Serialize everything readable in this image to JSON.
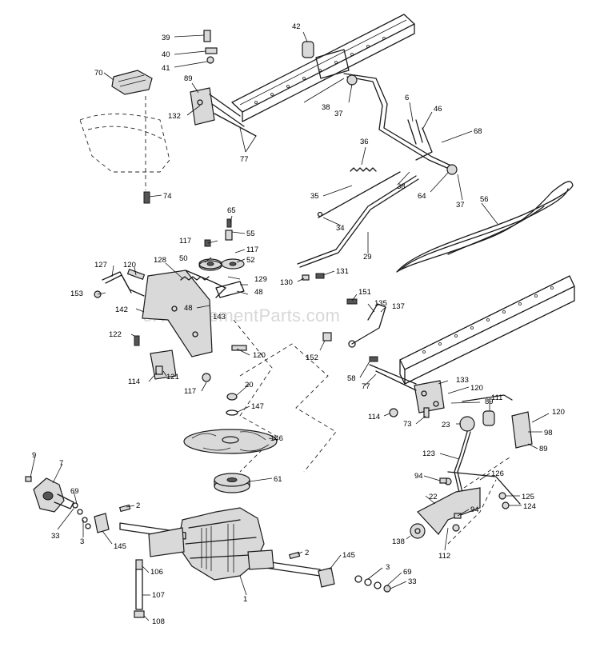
{
  "watermark": "eReplacementParts.com",
  "callouts": [
    "39",
    "40",
    "41",
    "42",
    "70",
    "89",
    "132",
    "77",
    "6",
    "46",
    "68",
    "38",
    "37",
    "36",
    "35",
    "64",
    "37",
    "38",
    "56",
    "34",
    "65",
    "117",
    "55",
    "50",
    "117",
    "52",
    "127",
    "120",
    "128",
    "29",
    "153",
    "48",
    "129",
    "130",
    "131",
    "48",
    "142",
    "143",
    "151",
    "135",
    "137",
    "122",
    "120",
    "152",
    "121",
    "114",
    "117",
    "58",
    "133",
    "77",
    "120",
    "20",
    "89",
    "111",
    "147",
    "114",
    "73",
    "120",
    "23",
    "98",
    "89",
    "146",
    "123",
    "9",
    "7",
    "94",
    "126",
    "61",
    "125",
    "69",
    "124",
    "2",
    "22",
    "94",
    "33",
    "3",
    "145",
    "138",
    "112",
    "2",
    "145",
    "106",
    "3",
    "69",
    "33",
    "107",
    "1",
    "108",
    "74"
  ]
}
